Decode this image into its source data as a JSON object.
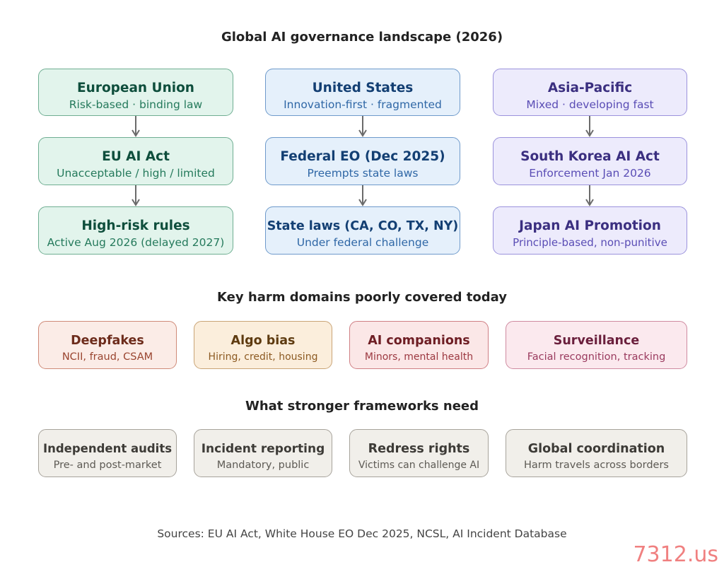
{
  "title": "Global AI governance landscape (2026)",
  "columns": [
    {
      "theme": "eu",
      "boxes": [
        {
          "title": "European Union",
          "subtitle": "Risk-based · binding law"
        },
        {
          "title": "EU AI Act",
          "subtitle": "Unacceptable / high / limited"
        },
        {
          "title": "High-risk rules",
          "subtitle": "Active Aug 2026 (delayed 2027)"
        }
      ]
    },
    {
      "theme": "us",
      "boxes": [
        {
          "title": "United States",
          "subtitle": "Innovation-first · fragmented"
        },
        {
          "title": "Federal EO (Dec 2025)",
          "subtitle": "Preempts state laws"
        },
        {
          "title": "State laws (CA, CO, TX, NY)",
          "subtitle": "Under federal challenge"
        }
      ]
    },
    {
      "theme": "ap",
      "boxes": [
        {
          "title": "Asia-Pacific",
          "subtitle": "Mixed · developing fast"
        },
        {
          "title": "South Korea AI Act",
          "subtitle": "Enforcement Jan 2026"
        },
        {
          "title": "Japan AI Promotion",
          "subtitle": "Principle-based, non-punitive"
        }
      ]
    }
  ],
  "harms": {
    "heading": "Key harm domains poorly covered today",
    "items": [
      {
        "title": "Deepfakes",
        "subtitle": "NCII, fraud, CSAM",
        "color": "#fbece7"
      },
      {
        "title": "Algo bias",
        "subtitle": "Hiring, credit, housing",
        "color": "#fbeedc"
      },
      {
        "title": "AI companions",
        "subtitle": "Minors, mental health",
        "color": "#fbe7e7"
      },
      {
        "title": "Surveillance",
        "subtitle": "Facial recognition, tracking",
        "color": "#fbe9ee"
      }
    ]
  },
  "needs": {
    "heading": "What stronger frameworks need",
    "items": [
      {
        "title": "Independent audits",
        "subtitle": "Pre- and post-market"
      },
      {
        "title": "Incident reporting",
        "subtitle": "Mandatory, public"
      },
      {
        "title": "Redress rights",
        "subtitle": "Victims can challenge AI"
      },
      {
        "title": "Global coordination",
        "subtitle": "Harm travels across borders"
      }
    ]
  },
  "sources": "Sources: EU AI Act, White House EO Dec 2025, NCSL, AI Incident Database",
  "watermark": "7312.us",
  "colors": {
    "eu_fill": "#e2f4ec",
    "us_fill": "#e5f0fb",
    "ap_fill": "#edebfc",
    "needs_fill": "#f1efea",
    "arrow": "#6b6b6b",
    "watermark": "#f08080"
  }
}
